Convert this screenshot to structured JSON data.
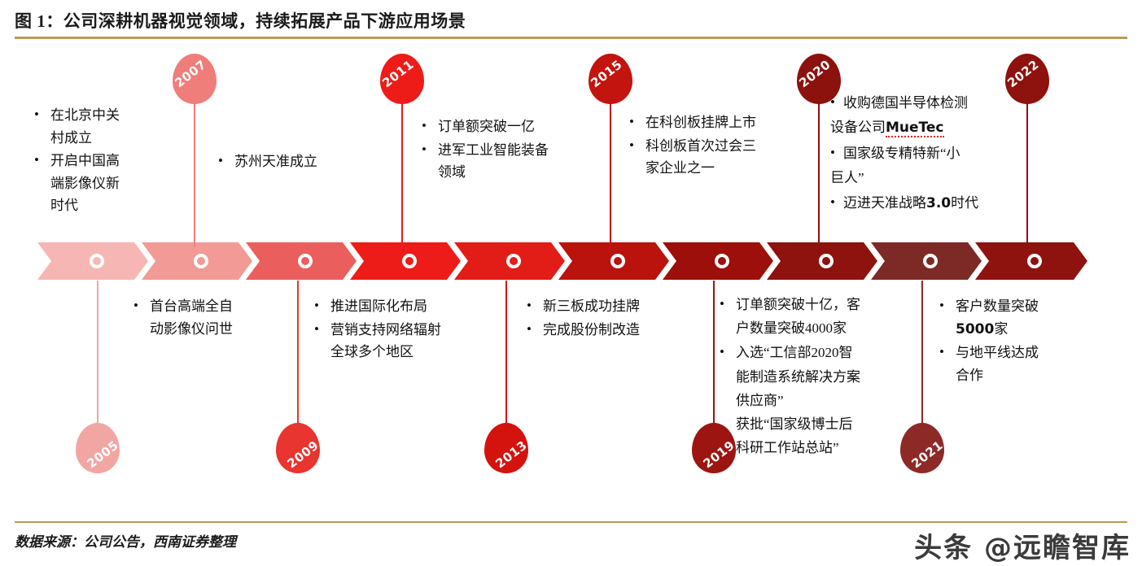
{
  "header": {
    "title": "图 1：公司深耕机器视觉领域，持续拓展产品下游应用场景"
  },
  "footer": {
    "source": "数据来源：公司公告，西南证券整理",
    "watermark": "头条 @远瞻智库"
  },
  "timeline": {
    "segment_colors": [
      "#f6b7b4",
      "#f29a96",
      "#ea5f5d",
      "#ee1c18",
      "#e21d18",
      "#c3140f",
      "#a60f0a",
      "#8e120d",
      "#7d2a26",
      "#8d120d",
      "#8e120d"
    ],
    "years": [
      "2005",
      "2007",
      "2009",
      "2011",
      "2013",
      "2015",
      "2019",
      "2020",
      "2021",
      "2022"
    ],
    "events": [
      {
        "year": "2005",
        "side": "up",
        "pin_color": "#f6b7b4",
        "bullets": [
          "在北京中关村成立",
          "开启中国高端影像仪新时代"
        ]
      },
      {
        "year": "2005",
        "side": "down",
        "pin_color": "#f2a6a3",
        "bullets": [
          "首台高端全自动影像仪问世"
        ]
      },
      {
        "year": "2007",
        "side": "up",
        "pin_color": "#ef7d7a",
        "bullets": [
          "苏州天准成立"
        ]
      },
      {
        "year": "2009",
        "side": "down",
        "pin_color": "#e8352f",
        "bullets": [
          "推进国际化布局",
          "营销支持网络辐射全球多个地区"
        ]
      },
      {
        "year": "2011",
        "side": "up",
        "pin_color": "#ee1c18",
        "bullets": [
          "订单额突破一亿",
          "进军工业智能装备领域"
        ]
      },
      {
        "year": "2013",
        "side": "down",
        "pin_color": "#d4130e",
        "bullets": [
          "新三板成功挂牌",
          "完成股份制改造"
        ]
      },
      {
        "year": "2015",
        "side": "up",
        "pin_color": "#c3140f",
        "bullets": [
          "在科创板挂牌上市",
          "科创板首次过会三家企业之一"
        ]
      },
      {
        "year": "2019",
        "side": "down",
        "pin_color": "#9c1510",
        "bullets": [
          "订单额突破十亿，客户数量突破4000家",
          "入选“工信部2020智能制造系统解决方案供应商”\n获批“国家级博士后科研工作站总站”"
        ]
      },
      {
        "year": "2020",
        "side": "up",
        "pin_color": "#8c120d",
        "bullets": [
          "收购德国半导体检测设备公司MueTec",
          "国家级专精特新“小巨人”",
          "迈进天准战略3.0时代"
        ]
      },
      {
        "year": "2021",
        "side": "down",
        "pin_color": "#8d2a27",
        "bullets": [
          "客户数量突破5000家",
          "与地平线达成合作"
        ]
      },
      {
        "year": "2022",
        "side": "up",
        "pin_color": "#8e120d",
        "bullets": []
      }
    ],
    "blocks": {
      "b2005_top": {
        "l1": "在北京中关",
        "l2": "村成立",
        "l3": "开启中国高",
        "l4": "端影像仪新",
        "l5": "时代"
      },
      "b2005_bottom": {
        "l1": "首台高端全自",
        "l2": "动影像仪问世"
      },
      "b2007": {
        "l1": "苏州天准成立"
      },
      "b2009": {
        "l1": "推进国际化布局",
        "l2": "营销支持网络辐射",
        "l3": "全球多个地区"
      },
      "b2011": {
        "l1": "订单额突破一亿",
        "l2": "进军工业智能装备",
        "l3": "领域"
      },
      "b2013": {
        "l1": "新三板成功挂牌",
        "l2": "完成股份制改造"
      },
      "b2015": {
        "l1": "在科创板挂牌上市",
        "l2": "科创板首次过会三",
        "l3": "家企业之一"
      },
      "b2019": {
        "l1": "订单额突破十亿，客",
        "l2": "户数量突破4000家",
        "l3": "入选“工信部2020智",
        "l4": "能制造系统解决方案",
        "l5": "供应商”",
        "l6": "获批“国家级博士后",
        "l7": "科研工作站总站”"
      },
      "b2020": {
        "l1": "收购德国半导体检测",
        "l2_pre": "设备公司",
        "l2_term": "MueTec",
        "l3": "国家级专精特新“小",
        "l4": "巨人”",
        "l5_pre": "迈进天准战略",
        "l5_num": "3.0",
        "l5_post": "时代"
      },
      "b2021": {
        "l1": "客户数量突破",
        "l2_num": "5000",
        "l2_post": "家",
        "l3": "与地平线达成",
        "l4": "合作"
      }
    }
  }
}
